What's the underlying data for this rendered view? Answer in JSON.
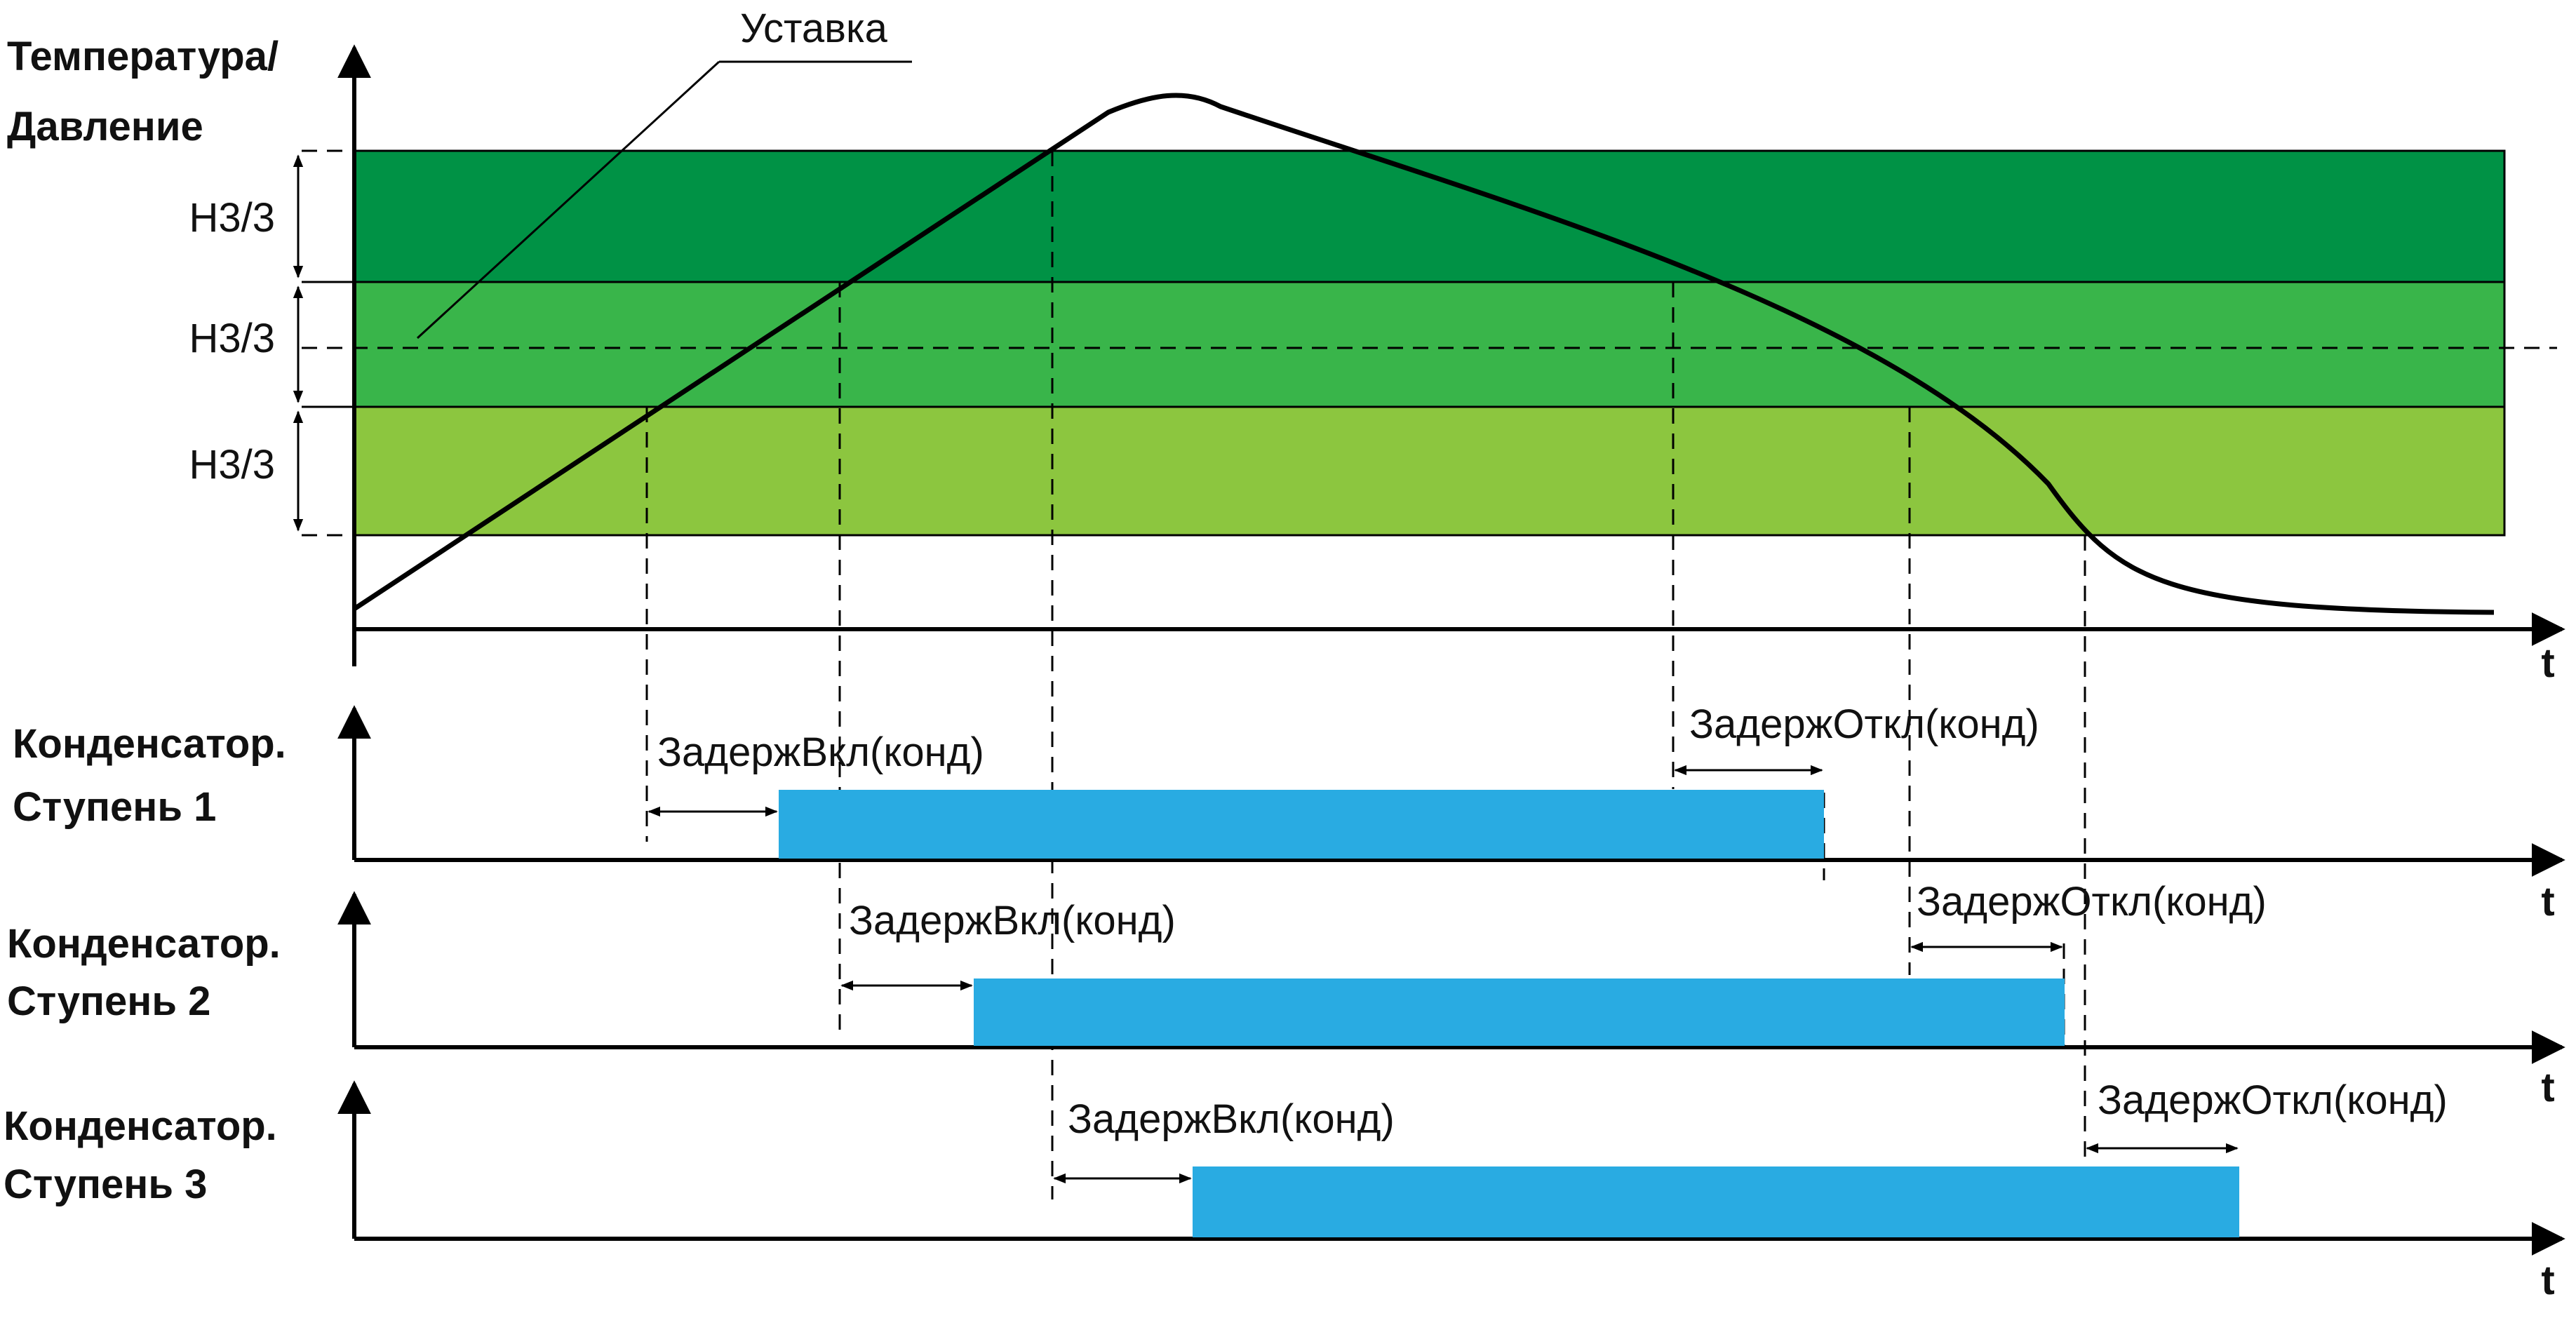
{
  "title_y_axis": {
    "line1": "Температура/",
    "line2": "Давление"
  },
  "setpoint_label": "Уставка",
  "zone_labels": [
    "Н3/3",
    "Н3/3",
    "Н3/3"
  ],
  "time_axis_label": "t",
  "stages": [
    {
      "line1": "Конденсатор.",
      "line2": "Ступень 1",
      "on_delay": "ЗадержВкл(конд)",
      "off_delay": "ЗадержОткл(конд)"
    },
    {
      "line1": "Конденсатор.",
      "line2": "Ступень 2",
      "on_delay": "ЗадержВкл(конд)",
      "off_delay": "ЗадержОткл(конд)"
    },
    {
      "line1": "Конденсатор.",
      "line2": "Ступень 3",
      "on_delay": "ЗадержВкл(конд)",
      "off_delay": "ЗадержОткл(конд)"
    }
  ],
  "colors": {
    "zone_top": "#009245",
    "zone_middle": "#39b54a",
    "zone_bottom": "#8cc63f",
    "stage_bar": "#29abe2",
    "lines": "#000000"
  }
}
